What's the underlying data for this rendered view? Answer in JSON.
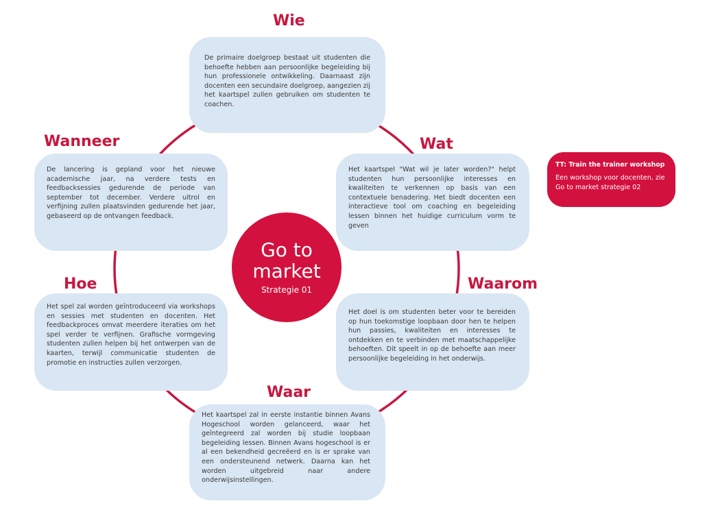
{
  "center": {
    "title": "Go to market",
    "subtitle": "Strategie 01"
  },
  "sections": {
    "wie": {
      "heading": "Wie",
      "text": "De primaire doelgroep bestaat uit studenten die behoefte hebben aan persoonlijke begeleiding bij hun professionele ontwikkeling. Daarnaast zijn docenten een secundaire doelgroep, aangezien zij het kaartspel zullen gebruiken om studenten te coachen."
    },
    "wat": {
      "heading": "Wat",
      "text": "Het kaartspel \"Wat wil je later worden?\" helpt studenten hun persoonlijke interesses en kwaliteiten te verkennen op basis van een contextuele benadering. Het biedt docenten een interactieve tool om coaching en begeleiding lessen binnen het huidige curriculum vorm te geven"
    },
    "waarom": {
      "heading": "Waarom",
      "text": "Het doel is om studenten beter voor te bereiden op hun toekomstige loopbaan door hen te helpen hun passies, kwaliteiten en interesses te ontdekken en te verbinden met maatschappelijke behoeften. Dit speelt in op de behoefte aan meer persoonlijke begeleiding in het onderwijs."
    },
    "waar": {
      "heading": "Waar",
      "text": "Het kaartspel zal in eerste instantie binnen Avans Hogeschool worden gelanceerd, waar het geïntegreerd zal worden bij studie loopbaan begeleiding lessen. Binnen Avans hogeschool is er al een bekendheid gecreëerd en is er sprake van een ondersteunend netwerk. Daarna kan het worden uitgebreid naar andere onderwijsinstellingen."
    },
    "hoe": {
      "heading": "Hoe",
      "text": "Het spel zal worden geïntroduceerd via workshops en sessies met studenten en docenten. Het feedbackproces omvat meerdere iteraties om het spel verder te verfijnen. Grafische vormgeving studenten zullen helpen bij het ontwerpen van de kaarten, terwijl communicatie studenten de promotie en instructies zullen verzorgen."
    },
    "wanneer": {
      "heading": "Wanneer",
      "text": "De lancering is gepland voor het nieuwe academische jaar, na verdere tests en feedbacksessies gedurende de periode van september tot december. Verdere uitrol en verfijning zullen plaatsvinden gedurende het jaar, gebaseerd op de ontvangen feedback."
    }
  },
  "side_note": {
    "title": "TT: Train the trainer workshop",
    "text": "Een workshop voor docenten, zie Go to market strategie 02"
  },
  "colors": {
    "accent": "#c8173f",
    "center_fill": "#d3113e",
    "box_fill": "#d9e6f3",
    "text": "#3a3a3a"
  }
}
